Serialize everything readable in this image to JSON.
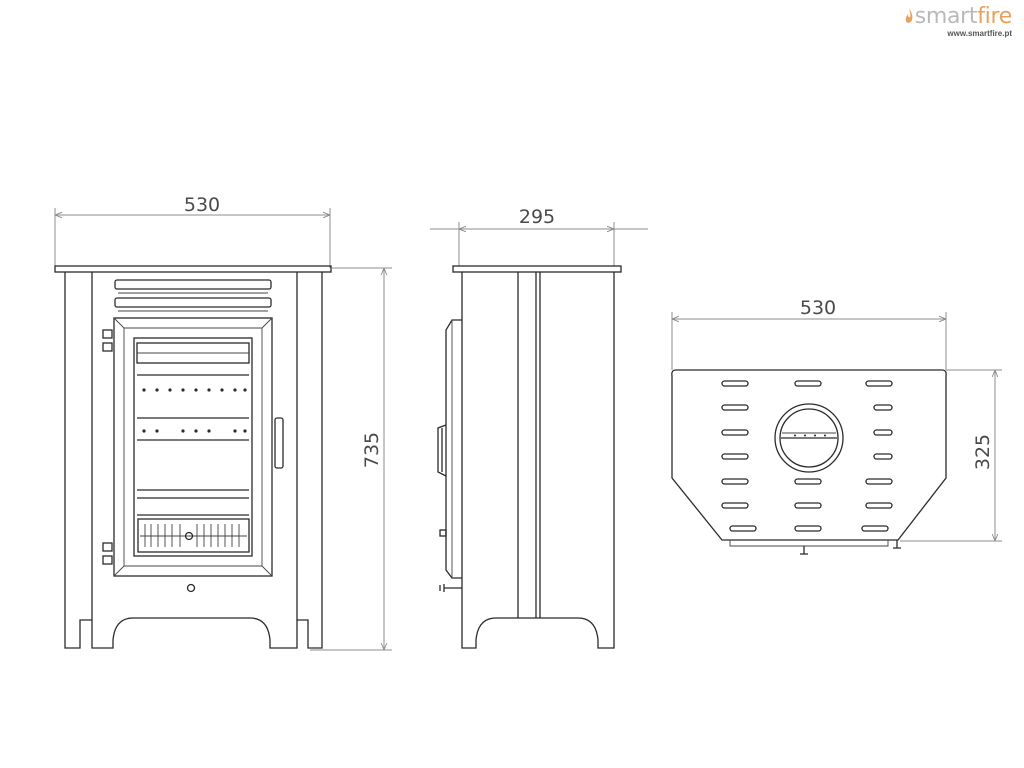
{
  "logo": {
    "brand_prefix": "smart",
    "brand_suffix": "fire",
    "url": "www.smartfire.pt"
  },
  "dimensions": {
    "front_width": "530",
    "front_height": "735",
    "side_depth": "295",
    "top_width": "530",
    "top_depth": "325"
  },
  "colors": {
    "line": "#2b2b2b",
    "dimension_line": "#8c8c8c",
    "logo_grey": "#b9b9b9",
    "logo_orange": "#e8a05a"
  }
}
